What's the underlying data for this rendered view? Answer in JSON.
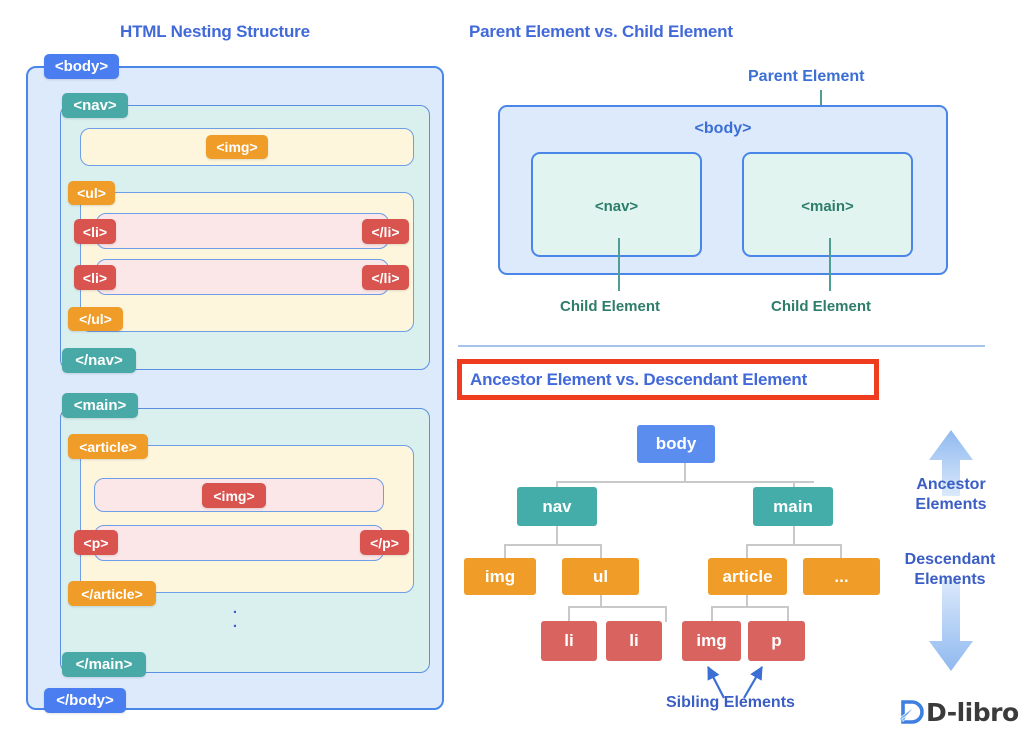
{
  "sections": {
    "nesting_title": "HTML Nesting Structure",
    "parent_child_title": "Parent Element vs. Child Element",
    "ancestor_title": "Ancestor Element vs. Descendant Element"
  },
  "nesting": {
    "body_open": "<body>",
    "body_close": "</body>",
    "nav_open": "<nav>",
    "nav_close": "</nav>",
    "img_nav": "<img>",
    "ul_open": "<ul>",
    "ul_close": "</ul>",
    "li1_open": "<li>",
    "li1_close": "</li>",
    "li2_open": "<li>",
    "li2_close": "</li>",
    "main_open": "<main>",
    "main_close": "</main>",
    "article_open": "<article>",
    "article_close": "</article>",
    "img_article": "<img>",
    "p_open": "<p>",
    "p_close": "</p>",
    "ellipsis_dot": "."
  },
  "parent_child": {
    "body_tag": "<body>",
    "nav_tag": "<nav>",
    "main_tag": "<main>",
    "parent_label": "Parent Element",
    "child_label_left": "Child Element",
    "child_label_right": "Child Element"
  },
  "tree": {
    "nodes": {
      "body": "body",
      "nav": "nav",
      "main": "main",
      "img_nav": "img",
      "ul": "ul",
      "article": "article",
      "more": "...",
      "li1": "li",
      "li2": "li",
      "img_article": "img",
      "p": "p"
    },
    "ancestor_label_line1": "Ancestor",
    "ancestor_label_line2": "Elements",
    "descendant_label_line1": "Descendant",
    "descendant_label_line2": "Elements",
    "sibling_label": "Sibling Elements"
  },
  "logo": {
    "text": "D-libro"
  },
  "colors": {
    "title_blue": "#4169d8",
    "chip_blue": "#4a7ef0",
    "chip_teal": "#49a9a6",
    "chip_orange": "#ef9c28",
    "chip_red": "#d9534f",
    "body_fill": "#ddeafc",
    "nav_fill": "#d9f0ef",
    "yellow_fill": "#fdf6dd",
    "pink_fill": "#fbe6e8",
    "highlight_red": "#f03c1e",
    "tree_edge": "#c9c9c9",
    "arrow_blue": "#9cc4f2"
  }
}
